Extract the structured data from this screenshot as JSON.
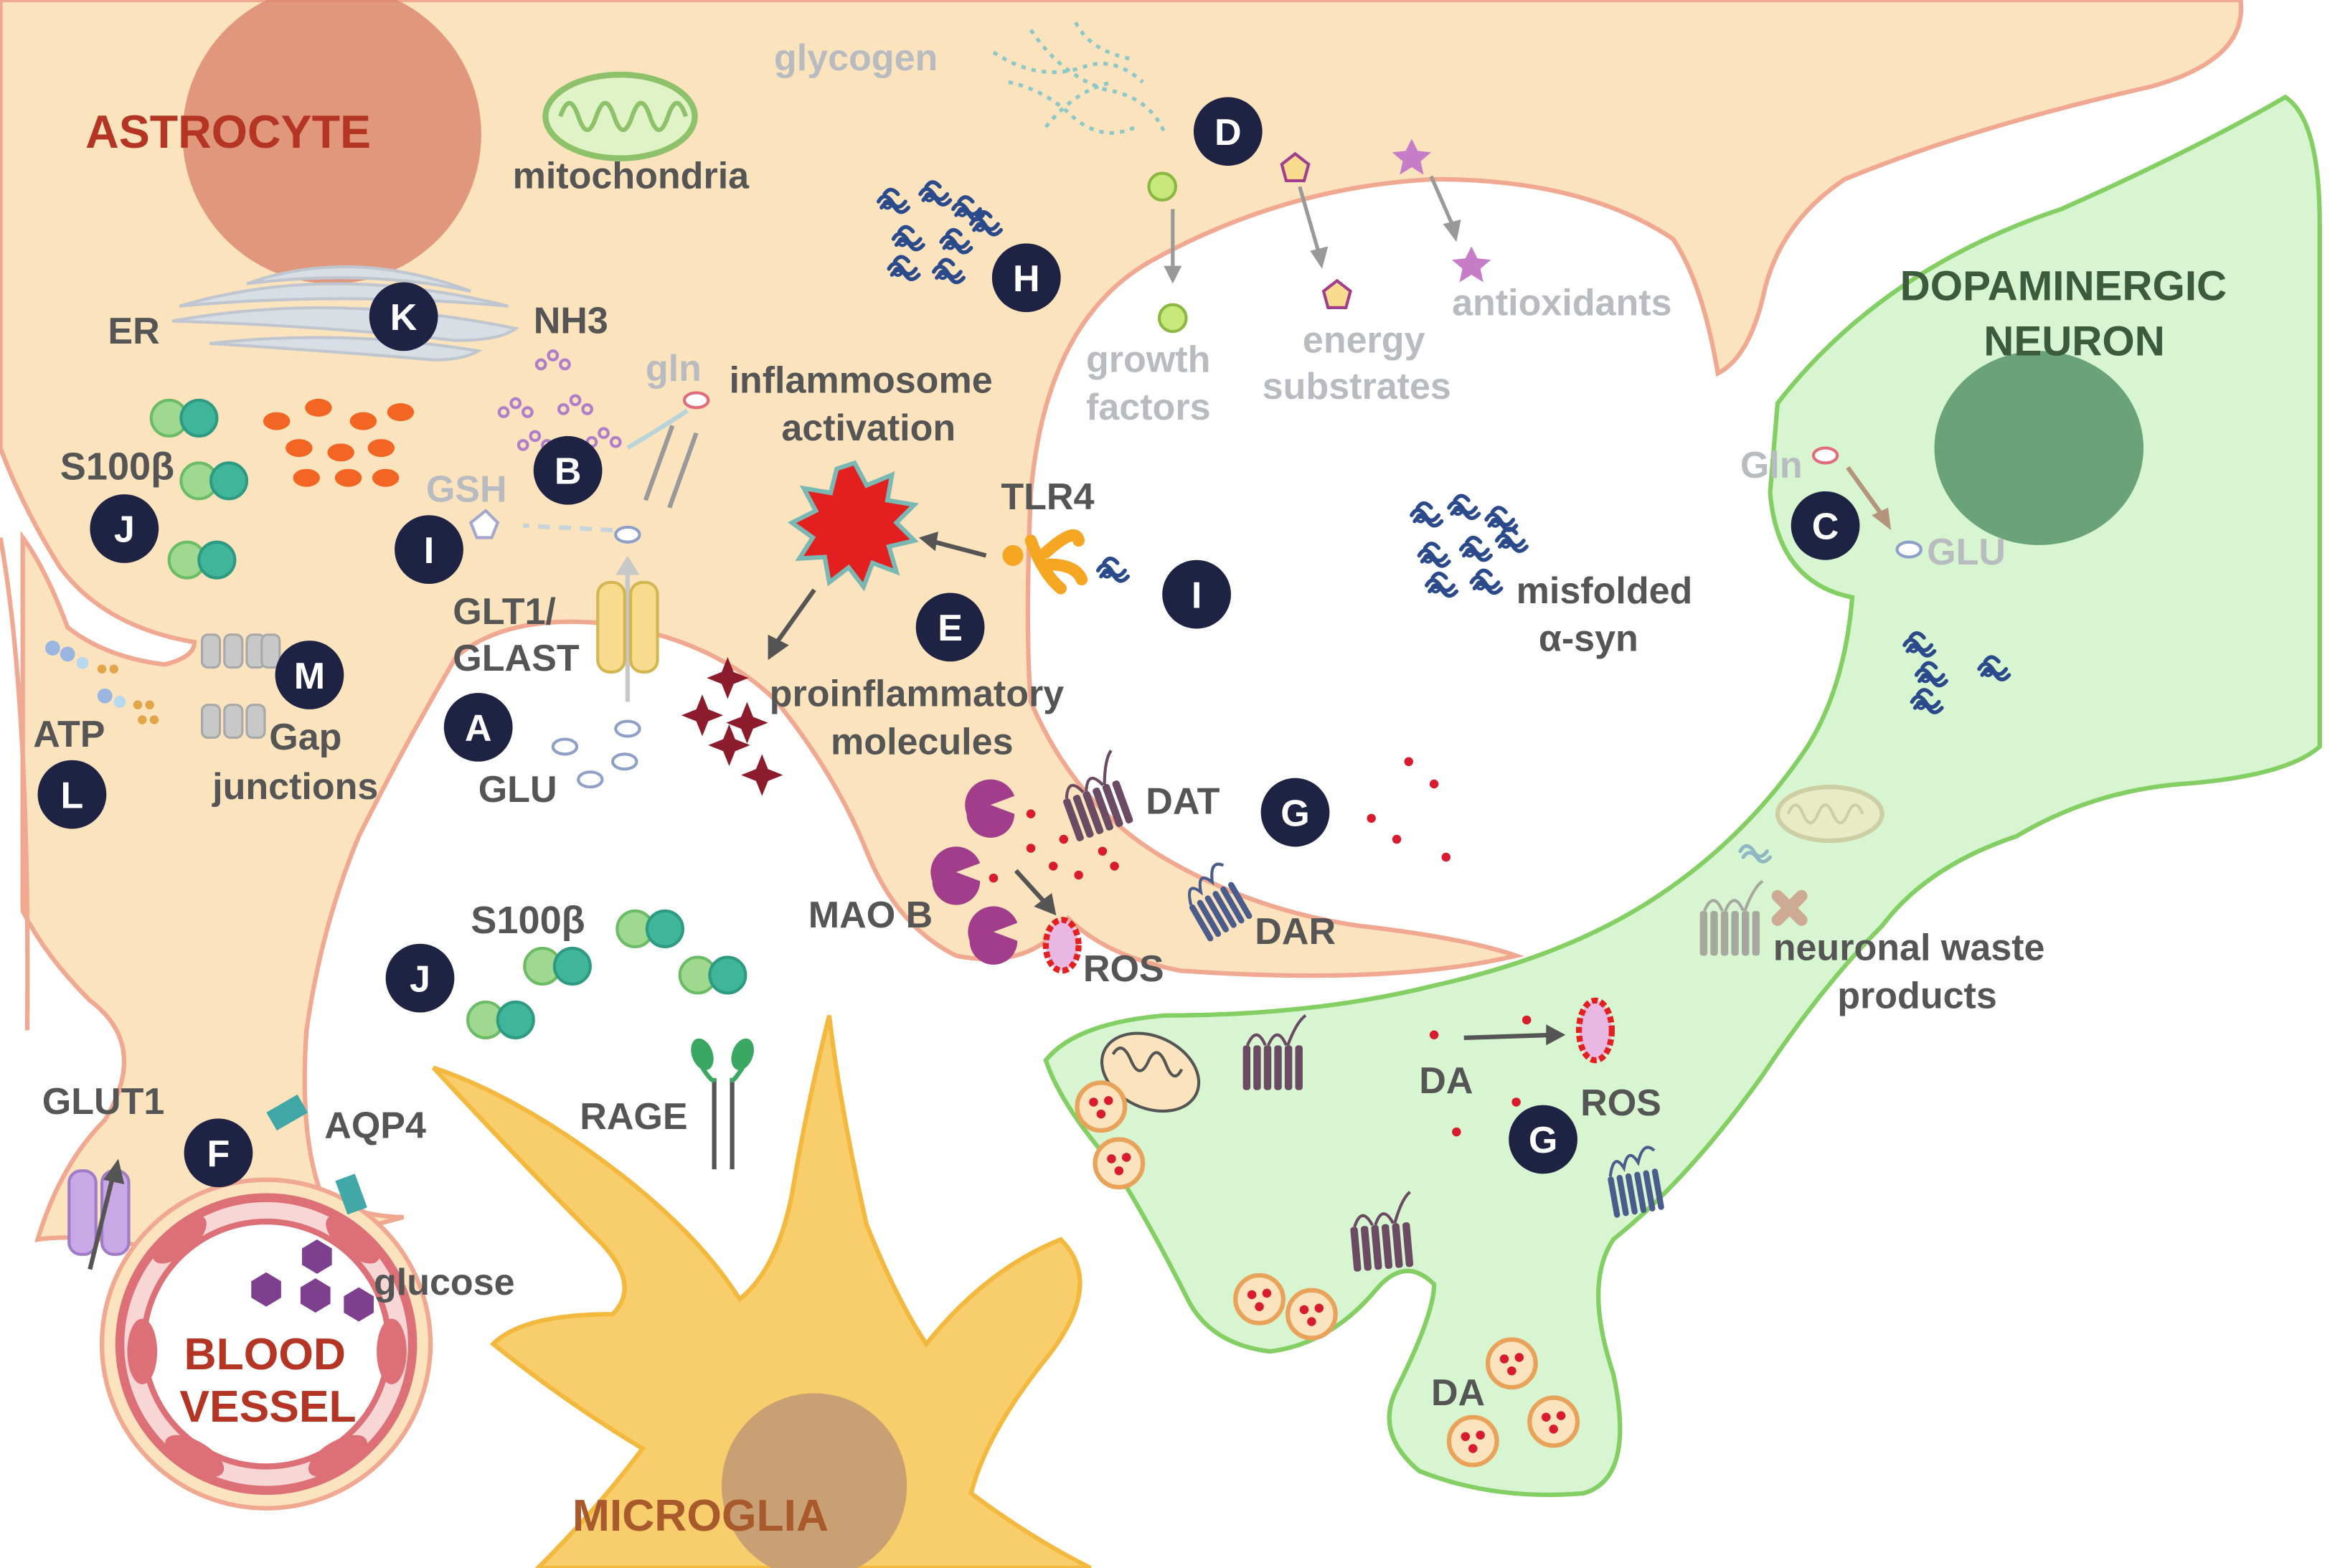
{
  "cells": {
    "astrocyte": "ASTROCYTE",
    "neuron_line1": "DOPAMINERGIC",
    "neuron_line2": "NEURON",
    "microglia": "MICROGLIA",
    "vessel_line1": "BLOOD",
    "vessel_line2": "VESSEL"
  },
  "labels": {
    "glycogen": "glycogen",
    "mitochondria": "mitochondria",
    "er": "ER",
    "nh3": "NH3",
    "gln": "gln",
    "gsh": "GSH",
    "s100b": "S100β",
    "glt1": "GLT1/",
    "glast": "GLAST",
    "glu": "GLU",
    "atp": "ATP",
    "gap1": "Gap",
    "gap2": "junctions",
    "inflam1": "inflammosome",
    "inflam2": "activation",
    "tlr4": "TLR4",
    "proinf1": "proinflammatory",
    "proinf2": "molecules",
    "growth1": "growth",
    "growth2": "factors",
    "energy1": "energy",
    "energy2": "substrates",
    "antioxidants": "antioxidants",
    "misfolded1": "misfolded",
    "misfolded2": "α-syn",
    "gln_neuron": "Gln",
    "glu_neuron": "GLU",
    "dat": "DAT",
    "dar": "DAR",
    "maob": "MAO B",
    "ros": "ROS",
    "rage": "RAGE",
    "glut1": "GLUT1",
    "aqp4": "AQP4",
    "glucose": "glucose",
    "da": "DA",
    "waste1": "neuronal waste",
    "waste2": "products"
  },
  "badges": {
    "a": "A",
    "b": "B",
    "c": "C",
    "d": "D",
    "e": "E",
    "f": "F",
    "g": "G",
    "h": "H",
    "i": "I",
    "j": "J",
    "k": "K",
    "l": "L",
    "m": "M"
  },
  "colors": {
    "astrocyte_fill": "#fbe3bd",
    "astrocyte_stroke": "#f1a890",
    "nucleus_astro": "#dc8a70",
    "neuron_fill": "#d7f5d0",
    "neuron_stroke": "#84cf64",
    "nucleus_neuron": "#5e9a6d",
    "microglia_fill": "#f8cd6c",
    "microglia_nucleus": "#c99f74",
    "vessel": "#dd6f77",
    "badge": "#1e2344",
    "red_burst": "#e41f1f",
    "s100b": "#48b99d",
    "alpha_syn": "#2a4a8c"
  },
  "icons": [
    "glycogen-icon",
    "mitochondria-icon",
    "er-icon",
    "s100b-icon",
    "tlr4-icon",
    "inflammasome-icon",
    "dat-transporter-icon",
    "mao-b-icon",
    "ros-icon",
    "rage-receptor-icon",
    "glut1-icon",
    "aqp4-icon",
    "glucose-icon",
    "gap-junction-icon",
    "alpha-syn-icon",
    "vesicle-icon"
  ]
}
